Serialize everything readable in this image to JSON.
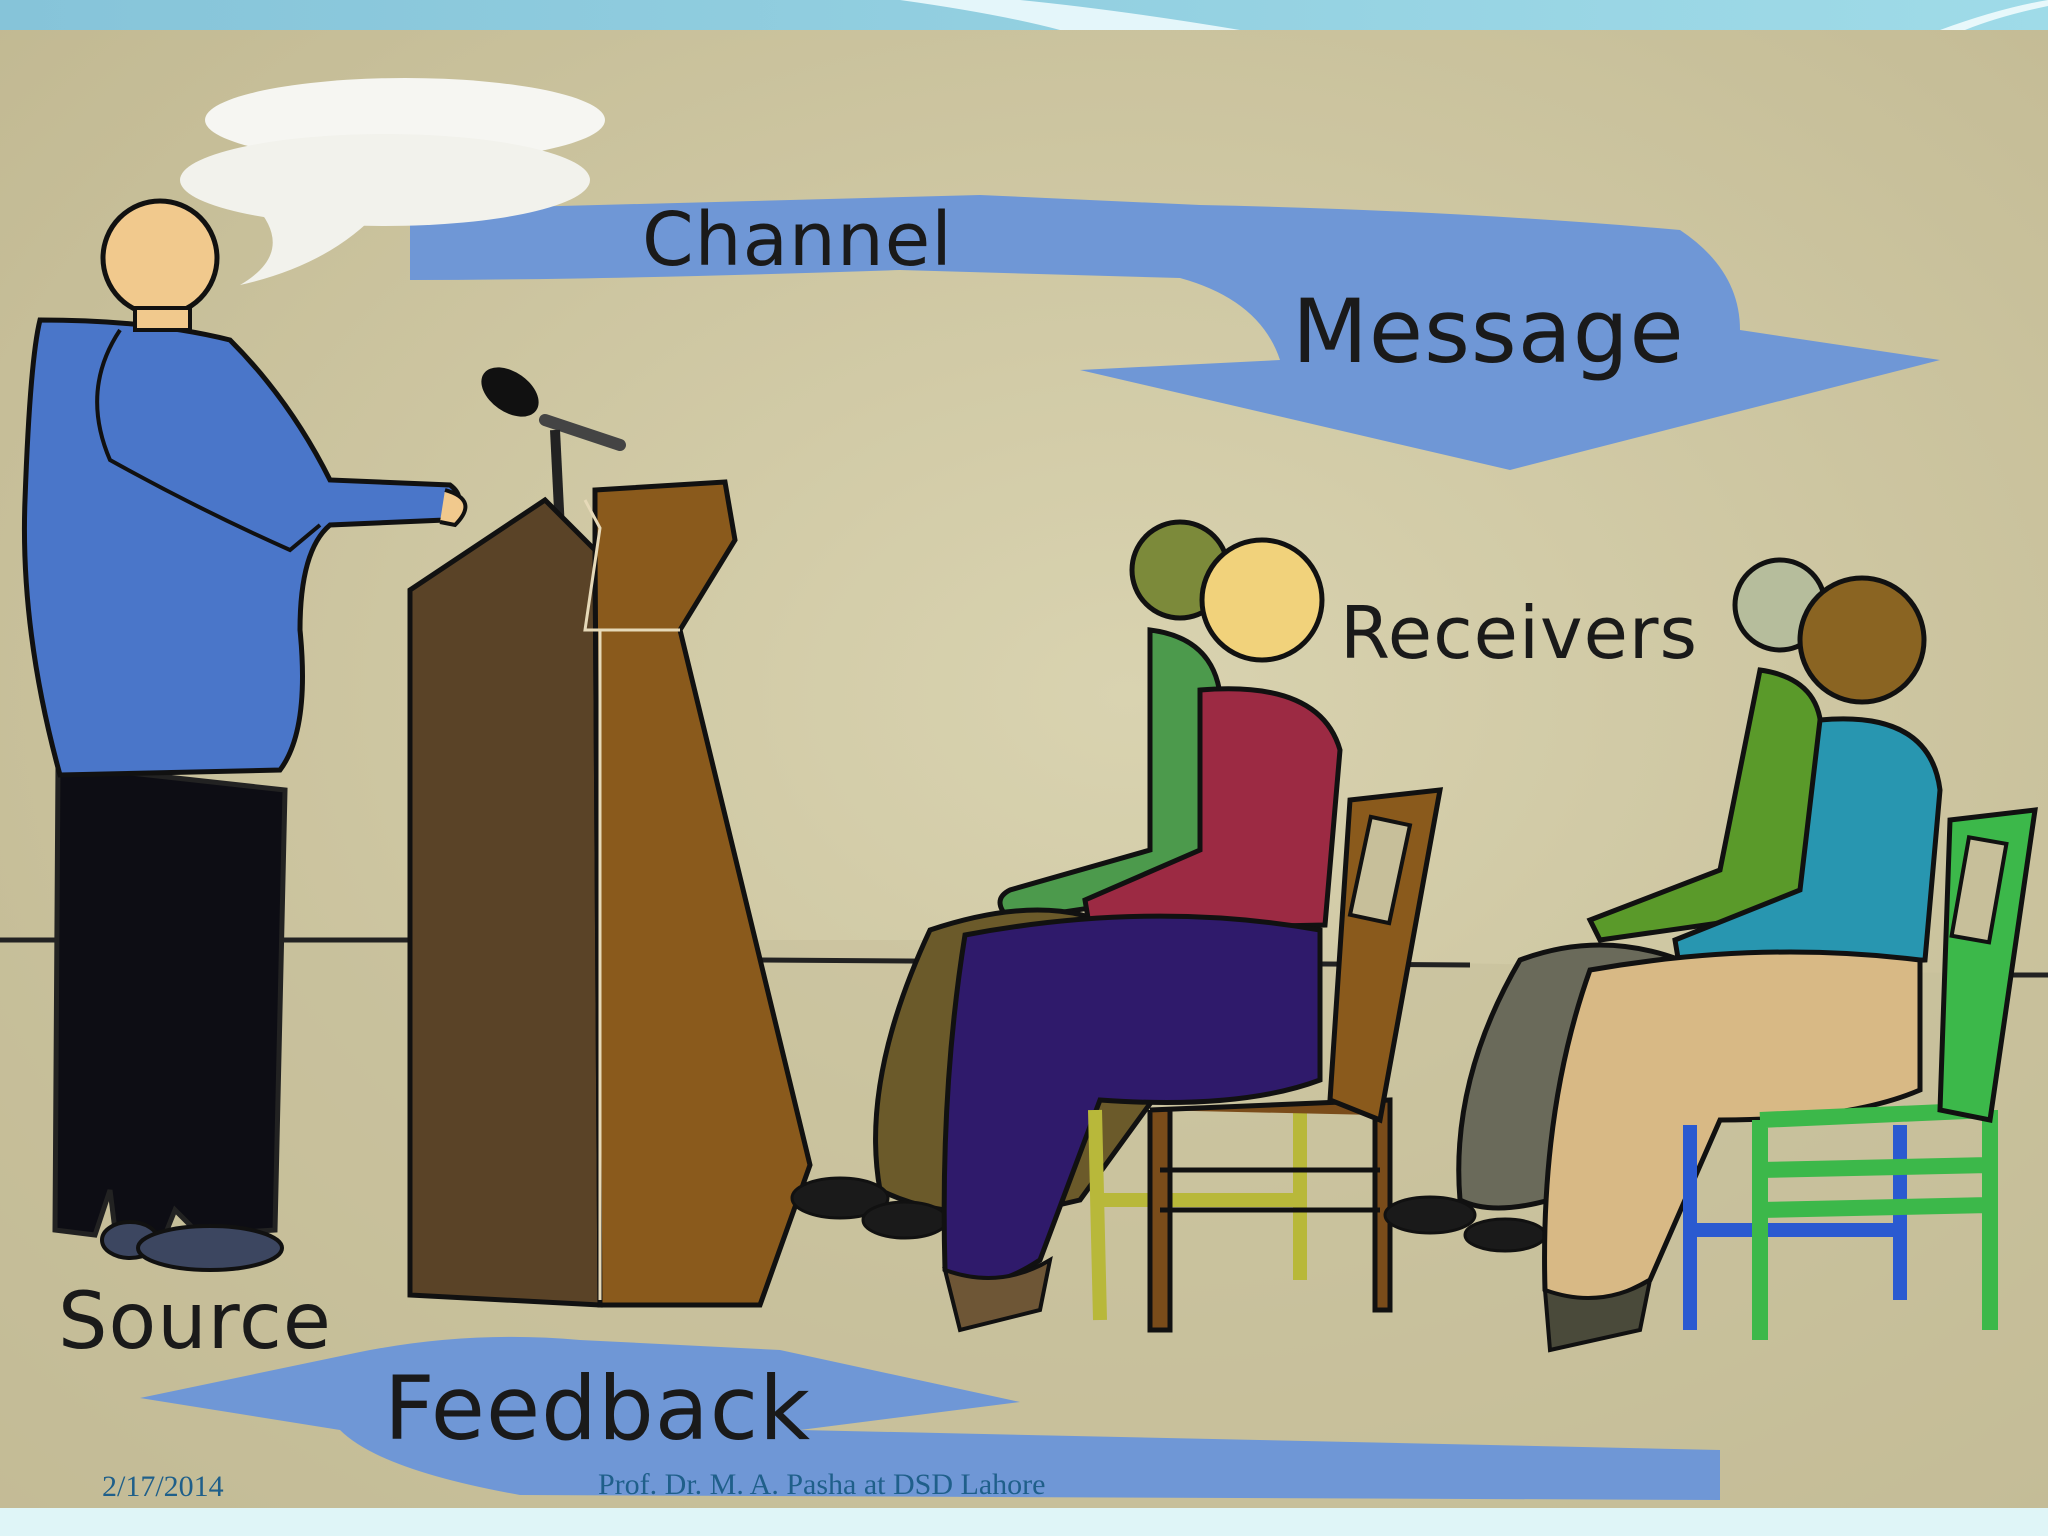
{
  "slide": {
    "labels": {
      "channel": "Channel",
      "message": "Message",
      "receivers": "Receivers",
      "source": "Source",
      "feedback": "Feedback"
    },
    "footer": {
      "date": "2/17/2014",
      "author": "Prof. Dr. M. A. Pasha at DSD Lahore"
    }
  },
  "colors": {
    "arrow": "#6f97d6",
    "speaker_shirt": "#4a76c9",
    "podium": "#8a5a1c",
    "footer_text": "#1f5f8a"
  }
}
